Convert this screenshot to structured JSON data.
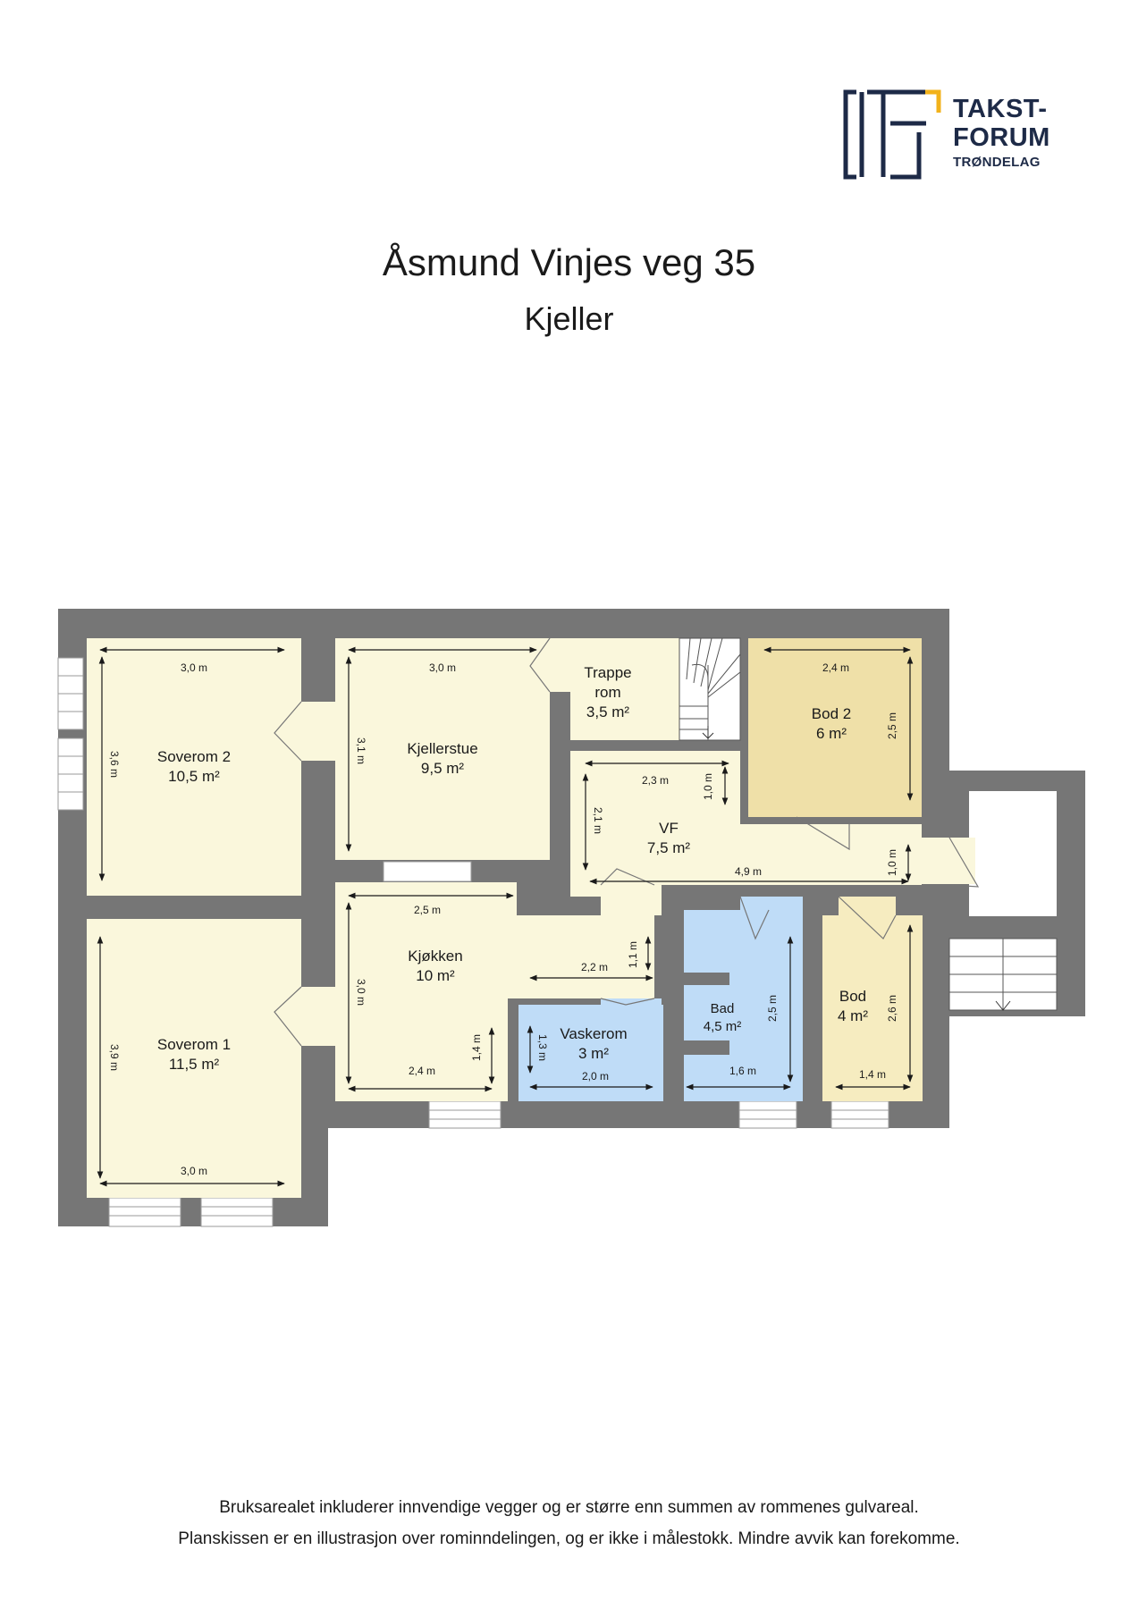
{
  "logo": {
    "line1": "TAKST-",
    "line2": "FORUM",
    "line3": "TRØNDELAG"
  },
  "title": "Åsmund Vinjes veg 35",
  "subtitle": "Kjeller",
  "rooms": {
    "soverom2": {
      "name": "Soverom 2",
      "area": "10,5 m²",
      "w": "3,0 m",
      "h": "3,6 m"
    },
    "kjellerstue": {
      "name": "Kjellerstue",
      "area": "9,5 m²",
      "w": "3,0 m",
      "h": "3,1 m"
    },
    "trapperom": {
      "name1": "Trappe",
      "name2": "rom",
      "area": "3,5 m²"
    },
    "bod2": {
      "name": "Bod 2",
      "area": "6 m²",
      "w": "2,4 m",
      "h": "2,5 m"
    },
    "vf": {
      "name": "VF",
      "area": "7,5 m²",
      "w1": "2,3 m",
      "h1": "2,1 m",
      "d1": "1,0 m",
      "w2": "4,9 m",
      "d2": "1,0 m"
    },
    "soverom1": {
      "name": "Soverom 1",
      "area": "11,5 m²",
      "w": "3,0 m",
      "h": "3,9 m"
    },
    "kjokken": {
      "name": "Kjøkken",
      "area": "10 m²",
      "w1": "2,5 m",
      "h1": "3,0 m",
      "w2": "2,2 m",
      "d1": "1,1 m",
      "w3": "2,4 m",
      "d2": "1,4 m"
    },
    "vaskerom": {
      "name": "Vaskerom",
      "area": "3 m²",
      "w": "2,0 m",
      "h": "1,3 m"
    },
    "bad": {
      "name": "Bad",
      "area": "4,5 m²",
      "w": "1,6 m",
      "h": "2,5 m"
    },
    "bod": {
      "name": "Bod",
      "area": "4 m²",
      "w": "1,4 m",
      "h": "2,6 m"
    }
  },
  "colors": {
    "wall": "#767676",
    "room": "#faf7dc",
    "bod2": "#efe0a8",
    "bod": "#f6ecc0",
    "wet": "#bfdcf7",
    "logo_navy": "#1d2a47",
    "logo_gold": "#f2b21b"
  },
  "footer": {
    "line1": "Bruksarealet inkluderer innvendige vegger og er større enn summen av rommenes gulvareal.",
    "line2": "Planskissen er en illustrasjon over rominndelingen, og er ikke i målestokk. Mindre avvik kan forekomme."
  }
}
